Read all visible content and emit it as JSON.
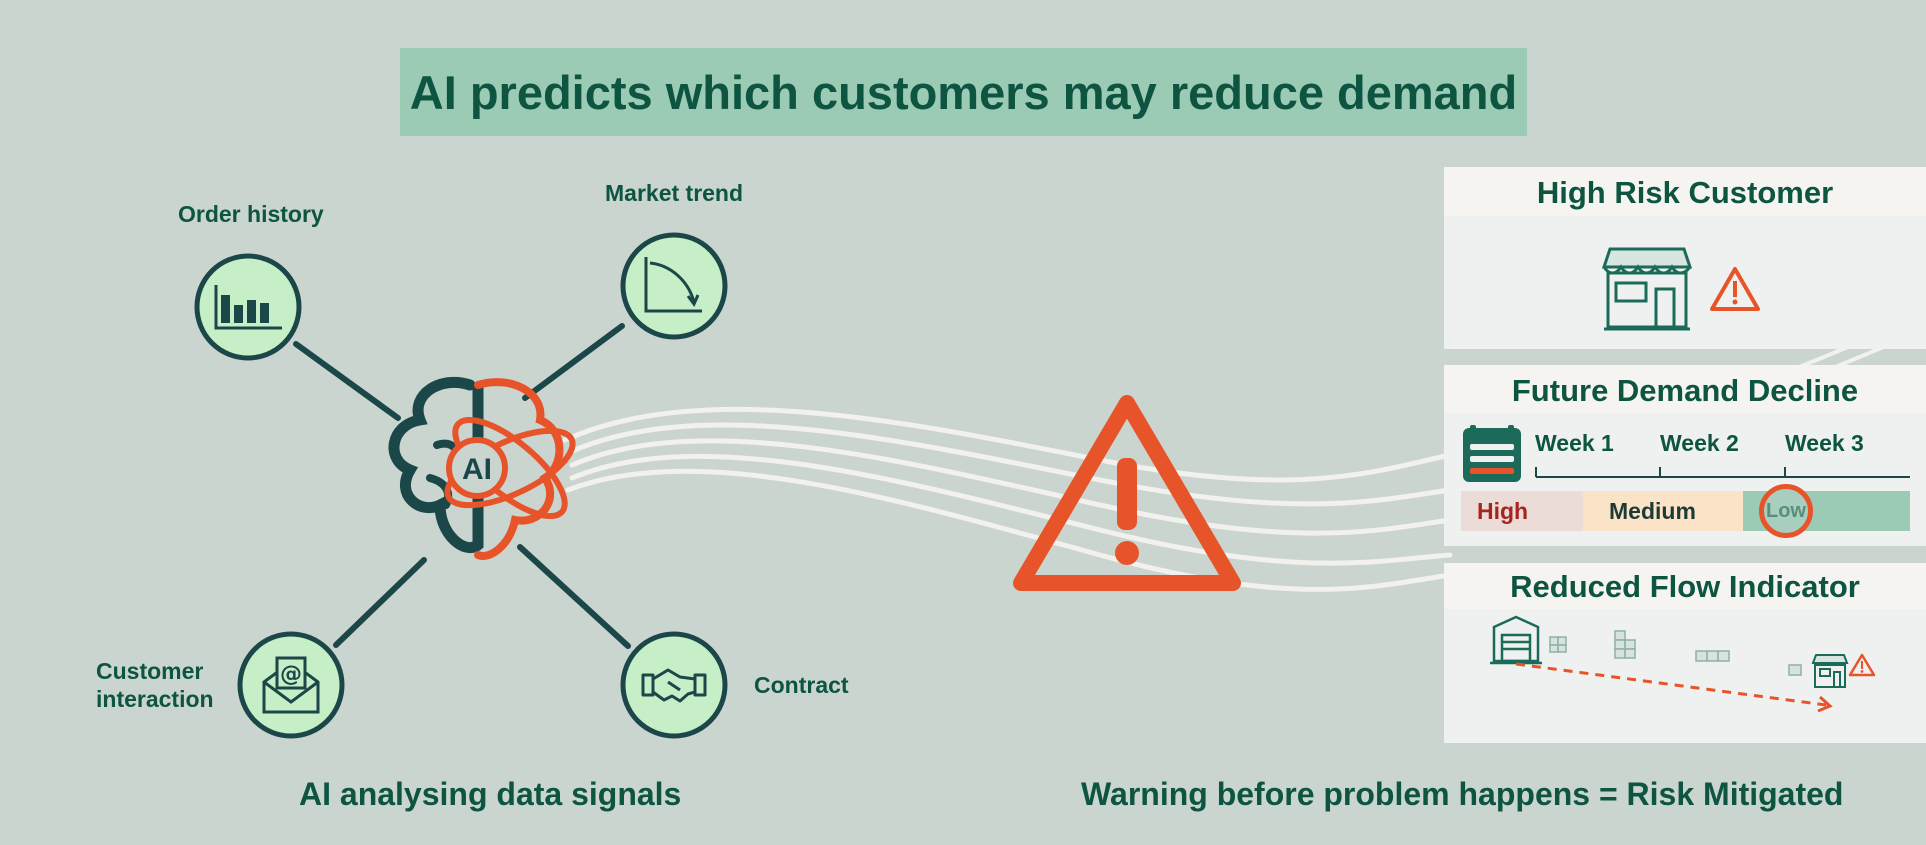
{
  "title": "AI predicts which customers may reduce demand",
  "hub_label": "AI",
  "nodes": {
    "order_history": "Order history",
    "market_trend": "Market trend",
    "customer_interaction_line1": "Customer",
    "customer_interaction_line2": "interaction",
    "contract": "Contract"
  },
  "footer": {
    "left": "AI analysing data signals",
    "right": "Warning before problem happens = Risk Mitigated"
  },
  "panels": {
    "risk": {
      "title": "High Risk Customer"
    },
    "decline": {
      "title": "Future Demand Decline",
      "weeks": [
        "Week 1",
        "Week 2",
        "Week 3"
      ],
      "levels": {
        "high": "High",
        "medium": "Medium",
        "low": "Low"
      }
    },
    "flow": {
      "title": "Reduced Flow Indicator"
    }
  },
  "colors": {
    "background": "#cad5d0",
    "banner": "#9bcab5",
    "dark_green": "#0d5441",
    "node_fill": "#c6efc8",
    "alert_orange": "#e8542a"
  },
  "icons": {
    "order_history": "bar-chart-icon",
    "market_trend": "declining-curve-icon",
    "customer_interaction": "email-envelope-icon",
    "contract": "handshake-icon",
    "hub": "ai-brain-atom-icon",
    "warning": "warning-triangle-icon",
    "store": "store-icon",
    "calendar": "calendar-icon",
    "warehouse": "warehouse-icon",
    "boxes": "box-icon"
  }
}
